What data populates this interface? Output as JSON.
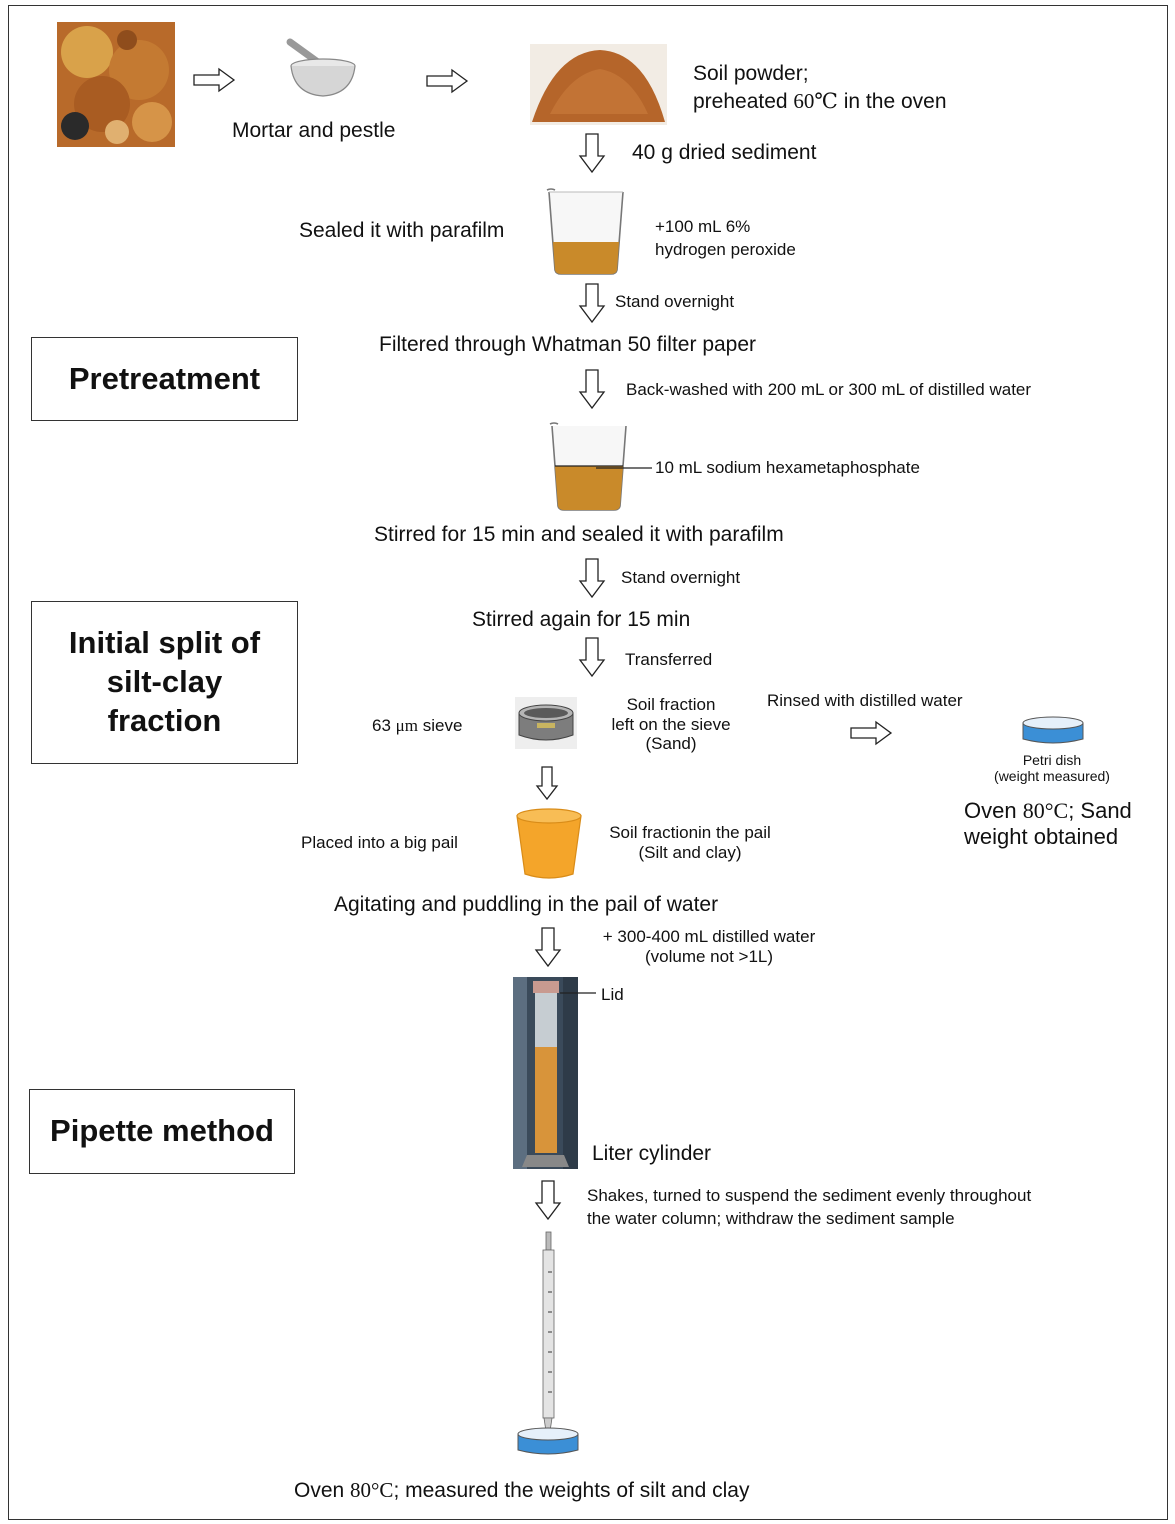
{
  "top": {
    "mortar_label": "Mortar and pestle",
    "soil_powder_line1": "Soil powder;",
    "soil_powder_line2_pre": "preheated ",
    "soil_powder_temp": "60℃",
    "soil_powder_line2_post": " in the oven",
    "dried_sediment": "40 g dried sediment"
  },
  "pretreatment": {
    "heading": "Pretreatment",
    "sealed_parafilm": "Sealed it with parafilm",
    "h2o2_line1": "+100 mL 6%",
    "h2o2_line2": "hydrogen peroxide",
    "stand_overnight_1": "Stand overnight",
    "filtered": "Filtered through Whatman 50 filter paper",
    "backwashed": "Back-washed with 200 mL or 300 mL of distilled water",
    "sodium_hexa": "10 mL sodium hexametaphosphate",
    "stirred_sealed": "Stirred for 15 min and sealed it with parafilm"
  },
  "split": {
    "heading_line1": "Initial split of",
    "heading_line2": "silt-clay",
    "heading_line3": "fraction",
    "stand_overnight_2": "Stand overnight",
    "stirred_again": "Stirred again for 15 min",
    "transferred": "Transferred",
    "sieve_pre": "63 ",
    "sieve_unit": "μm",
    "sieve_post": " sieve",
    "soil_left_line1": "Soil fraction",
    "soil_left_line2": "left on the sieve",
    "soil_left_line3": "(Sand)",
    "rinsed": "Rinsed with distilled water",
    "petri_line1": "Petri dish",
    "petri_line2": "(weight measured)",
    "oven_sand_pre": "Oven ",
    "oven_sand_temp": "80°C",
    "oven_sand_post": "; Sand",
    "oven_sand_line2": "weight obtained",
    "big_pail": "Placed into a big pail",
    "soil_pail_line1": "Soil fractionin the pail",
    "soil_pail_line2": "(Silt and clay)",
    "agitating": "Agitating and puddling in the pail of water"
  },
  "pipette": {
    "heading": "Pipette method",
    "water_line1": "+ 300-400 mL distilled water",
    "water_line2": "(volume not >1L)",
    "lid": "Lid",
    "liter_cylinder": "Liter cylinder",
    "shakes_line1": "Shakes, turned to  suspend the sediment evenly throughout",
    "shakes_line2": "the water column; withdraw the sediment sample",
    "final_pre": "Oven ",
    "final_temp": "80°C",
    "final_post": "; measured the weights of silt and clay"
  },
  "colors": {
    "soil": "#c97b2c",
    "liquid": "#c98a2a",
    "pail": "#f4a52a",
    "petri_water": "#3b8fd6"
  },
  "icons": [
    "soil-photo",
    "mortar-pestle-icon",
    "soil-powder-photo",
    "beaker-icon",
    "sieve-photo",
    "pail-icon",
    "petri-dish-icon",
    "liter-cylinder-photo",
    "pipette-icon",
    "down-arrow-icon",
    "right-arrow-icon"
  ]
}
